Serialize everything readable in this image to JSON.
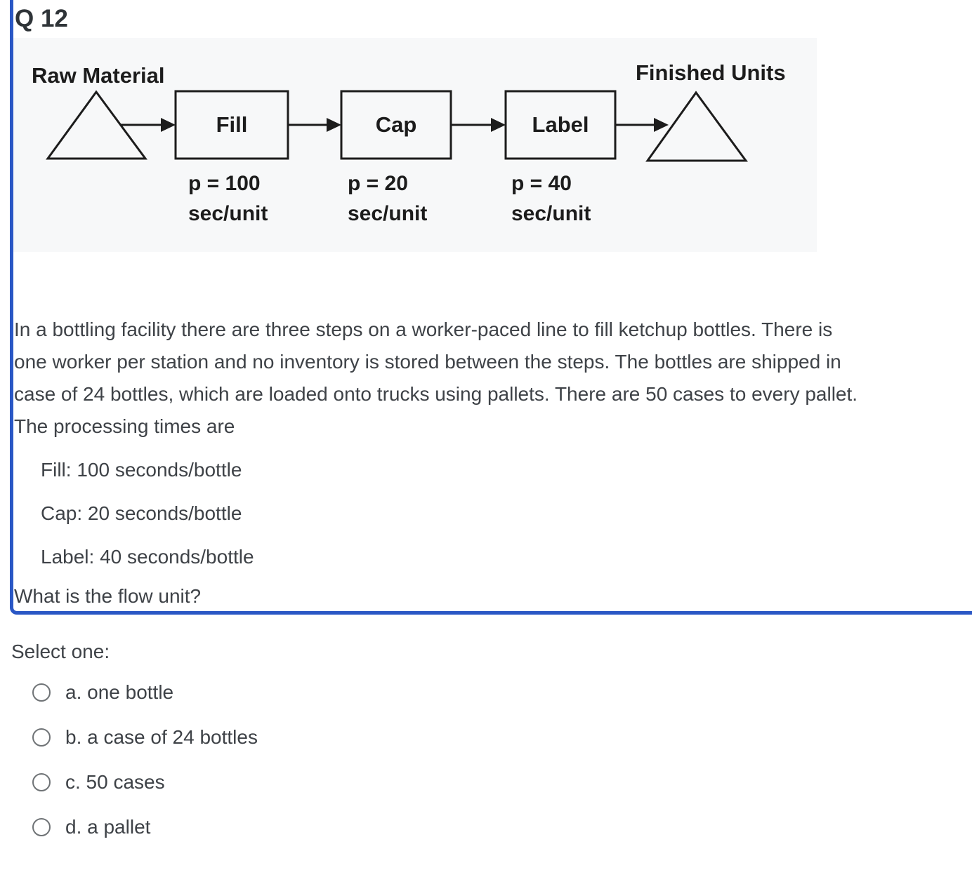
{
  "page": {
    "title": "Q 12"
  },
  "colors": {
    "accent_blue": "#2a57c5",
    "body_text": "#3e4247",
    "diagram_ink": "#1c1c1c",
    "diagram_bg": "#f7f8f9",
    "radio_border": "#6f7376"
  },
  "diagram": {
    "source_label": "Raw Material",
    "sink_label": "Finished Units",
    "steps": [
      {
        "name": "Fill",
        "rate_line1": "p = 100",
        "rate_line2": "sec/unit"
      },
      {
        "name": "Cap",
        "rate_line1": "p = 20",
        "rate_line2": "sec/unit"
      },
      {
        "name": "Label",
        "rate_line1": "p = 40",
        "rate_line2": "sec/unit"
      }
    ]
  },
  "question": {
    "paragraph_lines": [
      "In a bottling facility there are three steps on a worker-paced line to fill ketchup bottles. There is",
      "one worker per station and no inventory is stored between the steps. The bottles are shipped in",
      "case of 24 bottles, which are loaded onto trucks using pallets. There are 50 cases to every pallet.",
      "The processing times are"
    ],
    "processing_times": [
      "Fill: 100 seconds/bottle",
      "Cap: 20 seconds/bottle",
      "Label: 40 seconds/bottle"
    ],
    "prompt": "What is the flow unit?"
  },
  "answer": {
    "select_label": "Select one:",
    "options": [
      {
        "key": "a",
        "label": "a. one bottle",
        "selected": false
      },
      {
        "key": "b",
        "label": "b. a case of 24 bottles",
        "selected": false
      },
      {
        "key": "c",
        "label": "c. 50 cases",
        "selected": false
      },
      {
        "key": "d",
        "label": "d. a pallet",
        "selected": false
      }
    ]
  }
}
